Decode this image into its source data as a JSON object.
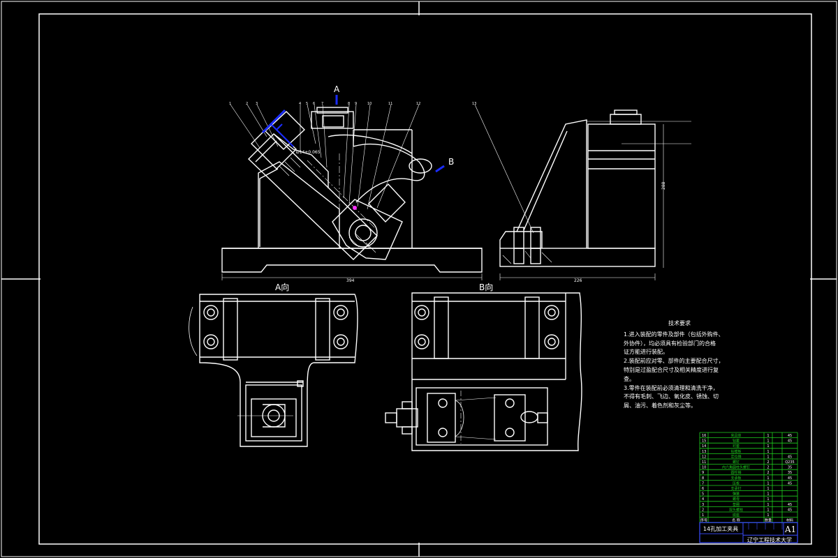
{
  "views": {
    "section_a_marker": "A",
    "section_b_marker": "B",
    "view_a_title": "A向",
    "view_b_title": "B向",
    "dim_main_width": "394",
    "dim_side_width": "226",
    "dim_side_height": "288",
    "dim_tolerance": "Ø14±0.065"
  },
  "notes": {
    "title": "技术要求",
    "lines": [
      "1.进入装配的零件及部件（包括外购件、",
      "外协件），均必须具有检验部门的合格",
      "证方能进行装配。",
      "2.装配前应对零、部件的主要配合尺寸，",
      "特别是过盈配合尺寸及相关精度进行复",
      "查。",
      "3.零件在装配前必须清理和清洗干净，",
      "不得有毛刺、飞边、氧化皮、锈蚀、切",
      "屑、油污、着色剂和灰尘等。"
    ]
  },
  "title_block": {
    "drawing_name": "14孔加工夹具",
    "school": "辽宁工程技术大学",
    "sheet_size": "A1",
    "header_cols": [
      "序号",
      "名 称",
      "数量",
      "材料"
    ],
    "rows": [
      {
        "no": "16",
        "name": "夹具体",
        "qty": "1",
        "mat": "45"
      },
      {
        "no": "15",
        "name": "钻套",
        "qty": "1",
        "mat": "45"
      },
      {
        "no": "14",
        "name": "衬套",
        "qty": "1",
        "mat": ""
      },
      {
        "no": "13",
        "name": "钻模板",
        "qty": "1",
        "mat": ""
      },
      {
        "no": "12",
        "name": "定位销",
        "qty": "1",
        "mat": "45"
      },
      {
        "no": "11",
        "name": "螺钉",
        "qty": "2",
        "mat": "Q235"
      },
      {
        "no": "10",
        "name": "内六角圆柱头螺钉",
        "qty": "2",
        "mat": "35"
      },
      {
        "no": "9",
        "name": "圆柱销",
        "qty": "2",
        "mat": "35"
      },
      {
        "no": "8",
        "name": "支承板",
        "qty": "1",
        "mat": "45"
      },
      {
        "no": "7",
        "name": "压板",
        "qty": "1",
        "mat": "45"
      },
      {
        "no": "6",
        "name": "支承钉",
        "qty": "1",
        "mat": ""
      },
      {
        "no": "5",
        "name": "弹簧",
        "qty": "1",
        "mat": ""
      },
      {
        "no": "4",
        "name": "螺母",
        "qty": "1",
        "mat": ""
      },
      {
        "no": "3",
        "name": "垫圈",
        "qty": "1",
        "mat": "45"
      },
      {
        "no": "2",
        "name": "双头螺柱",
        "qty": "1",
        "mat": "45"
      },
      {
        "no": "1",
        "name": "底座",
        "qty": "1",
        "mat": ""
      }
    ]
  },
  "colors": {
    "background": "#000000",
    "line": "#ffffff",
    "accent_blue": "#1a2cff",
    "table_green": "#1fd11f",
    "title_block_blue": "#3a4cff",
    "hatch_magenta": "#ff33ff"
  }
}
